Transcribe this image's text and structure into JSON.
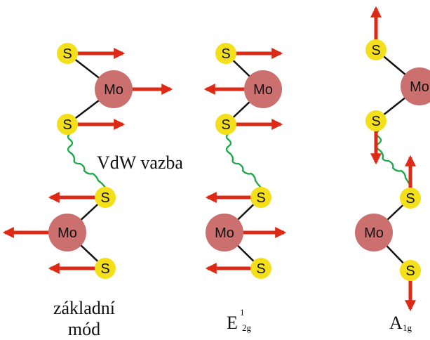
{
  "colors": {
    "sulfur": "#f4e01a",
    "molybdenum": "#cc6f6f",
    "arrow": "#dd2a16",
    "bond": "#111111",
    "vdw": "#1aa84a"
  },
  "atoms": {
    "sulfur": "S",
    "molybdenum": "Mo"
  },
  "labels": {
    "vdw": "VdW vazba",
    "mode1_line1": "základní",
    "mode1_line2": "mód",
    "mode2_main": "E",
    "mode2_sup": "1",
    "mode2_sub": "2g",
    "mode3_main": "A",
    "mode3_sub": "1g"
  }
}
